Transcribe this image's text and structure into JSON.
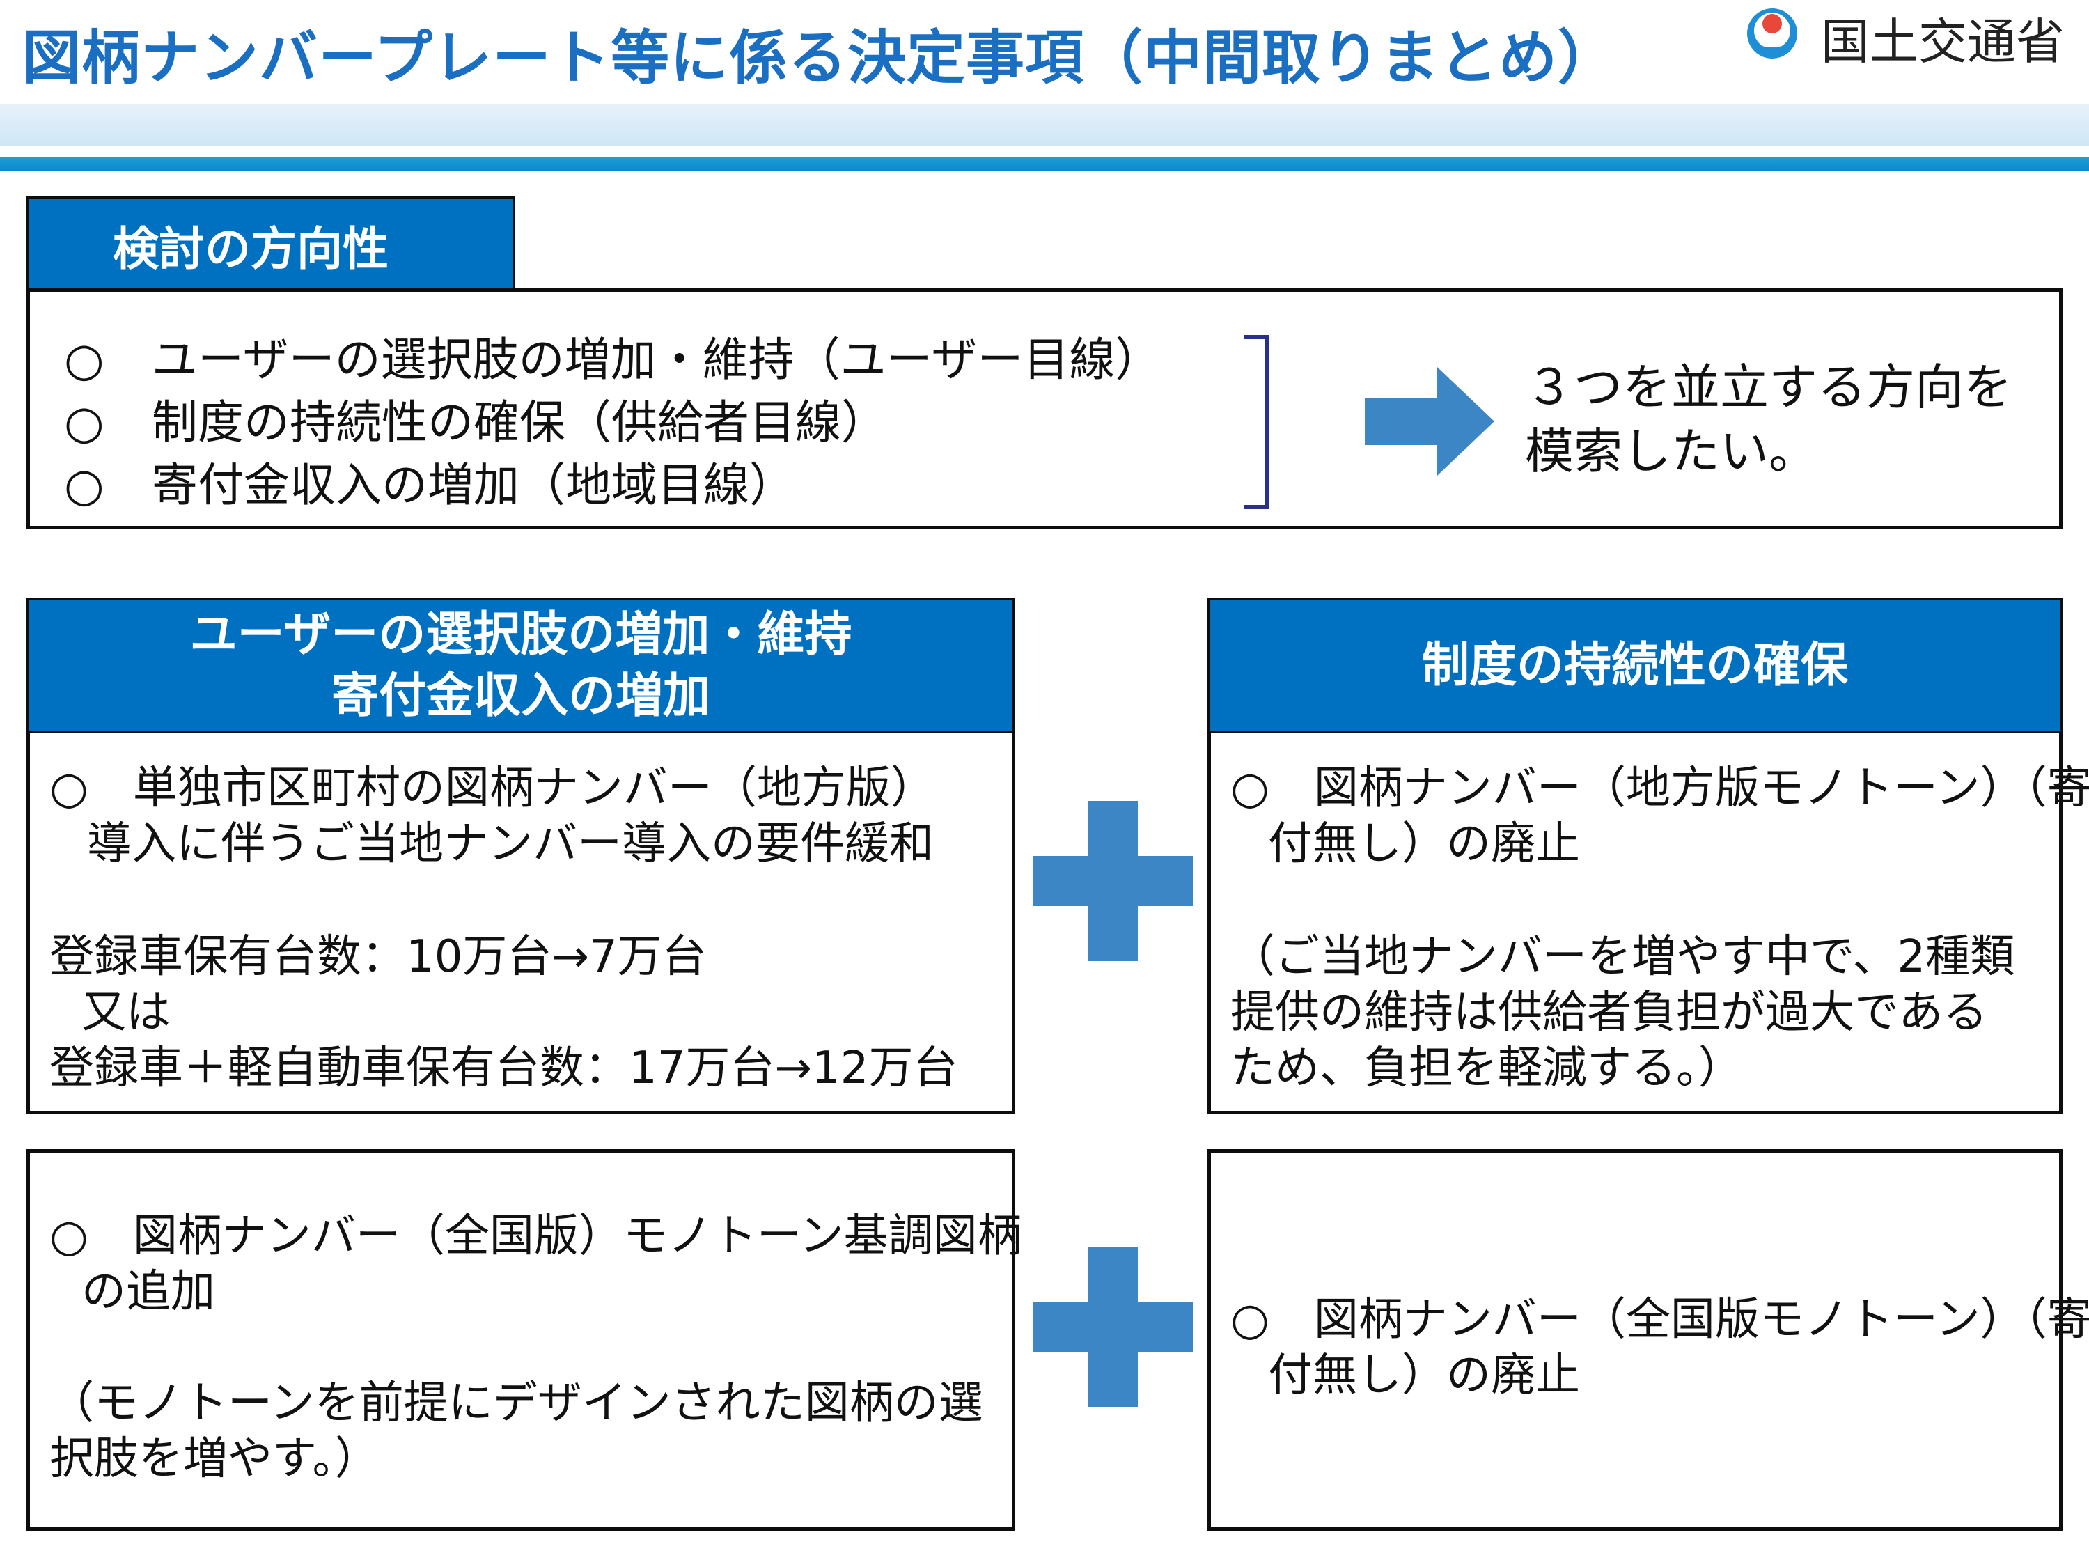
{
  "header": {
    "title": "図柄ナンバープレート等に係る決定事項（中間取りまとめ）",
    "org_name": "国土交通省",
    "logo_icon": "mlit-logo-icon"
  },
  "direction": {
    "tab_label": "検討の方向性",
    "goals": [
      {
        "mark": "○",
        "text": "ユーザーの選択肢の増加・維持（ユーザー目線）"
      },
      {
        "mark": "○",
        "text": "制度の持続性の確保（供給者目線）"
      },
      {
        "mark": "○",
        "text": "寄付金収入の増加（地域目線）"
      }
    ],
    "conclusion_lines": [
      "３つを並立する方向を",
      "模索したい。"
    ]
  },
  "left_column": {
    "header_lines": [
      "ユーザーの選択肢の増加・維持",
      "寄付金収入の増加"
    ],
    "box1": {
      "item_line1": "○　単独市区町村の図柄ナンバー（地方版）",
      "item_line2": "導入に伴うご当地ナンバー導入の要件緩和",
      "detail_line1": "登録車保有台数：10万台→7万台",
      "detail_line2": "又は",
      "detail_line3": "登録車＋軽自動車保有台数：17万台→12万台"
    },
    "box2": {
      "item_line1": "○　図柄ナンバー（全国版）モノトーン基調図柄",
      "item_line2": "の追加",
      "note_line1": "（モノトーンを前提にデザインされた図柄の選",
      "note_line2": "択肢を増やす。）"
    }
  },
  "right_column": {
    "header": "制度の持続性の確保",
    "box1": {
      "item_line1": "○　図柄ナンバー（地方版モノトーン）（寄",
      "item_line2": "付無し）の廃止",
      "note_line1": "（ご当地ナンバーを増やす中で、2種類",
      "note_line2": "提供の維持は供給者負担が過大である",
      "note_line3": "ため、負担を軽減する。）"
    },
    "box2": {
      "item_line1": "○　図柄ナンバー（全国版モノトーン）（寄",
      "item_line2": "付無し）の廃止"
    }
  },
  "colors": {
    "title_blue": "#1a6fc2",
    "header_fill": "#0070c0",
    "accent_blue": "#3d86c6",
    "bracket": "#2a2f8a"
  }
}
